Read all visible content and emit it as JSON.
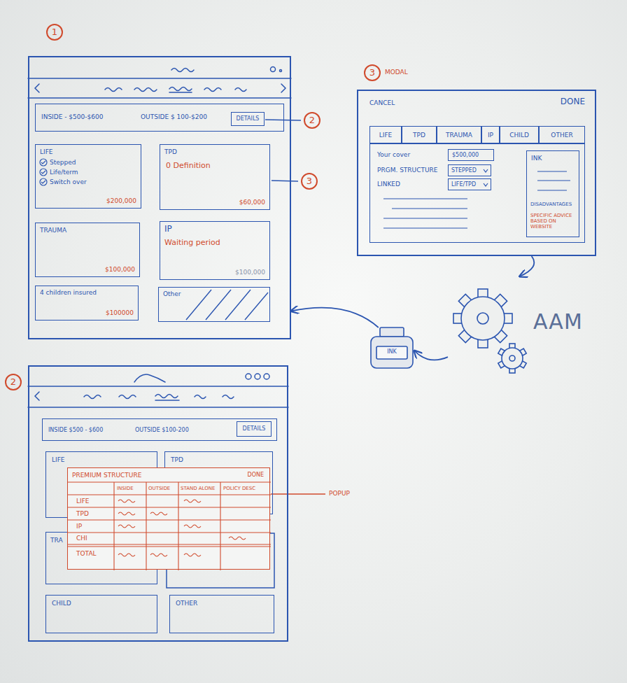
{
  "diagram": {
    "nodes": [
      {
        "text": [
          "1"
        ]
      },
      {
        "text": [
          "INSIDE - $500-$600",
          "OUTSIDE $ 100-$200"
        ],
        "in": 0
      },
      {
        "text": [
          "DETAILS"
        ],
        "in": 1
      },
      {
        "text": [
          "LIFE",
          "Stepped",
          "Life/term",
          "Switch over",
          "$200,000"
        ],
        "in": 0
      },
      {
        "text": [
          "TPD",
          "0 Definition",
          "$60,000"
        ],
        "in": 0
      },
      {
        "text": [
          "TRAUMA",
          "$100,000"
        ],
        "in": 0
      },
      {
        "text": [
          "IP",
          "Waiting period",
          "$100,000"
        ],
        "in": 0
      },
      {
        "text": [
          "4 children insured",
          "$100000"
        ],
        "in": 0
      },
      {
        "text": [
          "Other"
        ],
        "in": 0
      },
      {
        "text": [
          "3",
          "MODAL",
          "CANCEL",
          "DONE"
        ]
      },
      {
        "text": [
          "LIFE"
        ],
        "in": 9
      },
      {
        "text": [
          "TPD"
        ],
        "in": 9
      },
      {
        "text": [
          "TRAUMA"
        ],
        "in": 9
      },
      {
        "text": [
          "IP"
        ],
        "in": 9
      },
      {
        "text": [
          "CHILD"
        ],
        "in": 9
      },
      {
        "text": [
          "OTHER"
        ],
        "in": 9
      },
      {
        "text": [
          "Your cover",
          "PRGM. STRUCTURE",
          "LINKED"
        ],
        "in": 9
      },
      {
        "text": [
          "$500,000"
        ],
        "in": 16
      },
      {
        "text": [
          "STEPPED"
        ],
        "in": 16
      },
      {
        "text": [
          "LIFE/TPD"
        ],
        "in": 16
      },
      {
        "text": [
          "INK",
          "DISADVANTAGES",
          "SPECIFIC ADVICE BASED ON WEBSITE"
        ],
        "in": 16
      },
      {
        "text": [
          "AAM"
        ]
      },
      {
        "text": [
          "INK"
        ]
      },
      {
        "text": [
          "2"
        ]
      },
      {
        "text": [
          "INSIDE $500 - $600",
          "OUTSIDE $100-200"
        ],
        "in": 23
      },
      {
        "text": [
          "DETAILS"
        ],
        "in": 24
      },
      {
        "text": [
          "LIFE"
        ],
        "in": 23
      },
      {
        "text": [
          "TPD"
        ],
        "in": 23
      },
      {
        "text": [
          "TRA"
        ],
        "in": 23
      },
      {
        "text": [
          "CHILD"
        ],
        "in": 23
      },
      {
        "text": [
          "OTHER"
        ],
        "in": 23
      },
      {
        "text": [
          "PREMIUM STRUCTURE",
          "DONE"
        ],
        "in": 23
      }
    ],
    "edges": [
      {
        "from": 9,
        "to": 21,
        "arrow": "to"
      },
      {
        "from": 21,
        "to": 22,
        "arrow": "to"
      },
      {
        "from": 22,
        "to": 0,
        "arrow": "to"
      }
    ],
    "labels": [
      "2",
      "3",
      "POPUP",
      "INSIDE",
      "OUTSIDE",
      "STAND ALONE",
      "POLICY DESC",
      "LIFE",
      "TPD",
      "IP",
      "CHI",
      "TOTAL"
    ]
  }
}
